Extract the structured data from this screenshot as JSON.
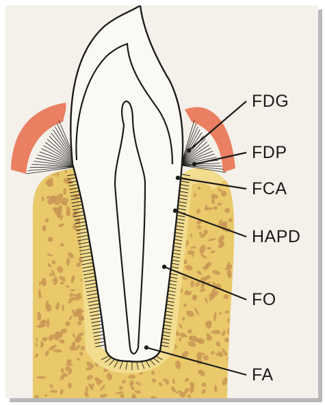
{
  "labels": [
    {
      "id": "fdg",
      "text": "FDG"
    },
    {
      "id": "fdp",
      "text": "FDP"
    },
    {
      "id": "fca",
      "text": "FCA"
    },
    {
      "id": "hapd",
      "text": "HAPD"
    },
    {
      "id": "fo",
      "text": "FO"
    },
    {
      "id": "fa",
      "text": "FA"
    }
  ],
  "colors": {
    "background": "#f4f0ea",
    "bone": "#e9c96a",
    "bone_spots": "#c99655",
    "lamina": "#f2dc8e",
    "gingiva": "#ea7f61",
    "outline": "#1b1b1b",
    "tooth": "#fbf9f4"
  }
}
